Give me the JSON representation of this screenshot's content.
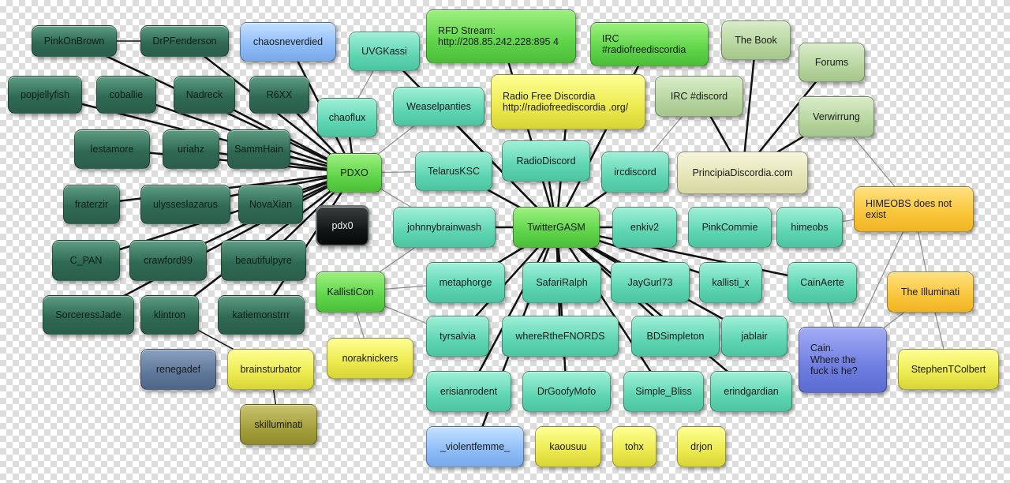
{
  "nodes": {
    "PinkOnBrown": "PinkOnBrown",
    "DrPFenderson": "DrPFenderson",
    "chaosneverdied": "chaosneverdied",
    "UVGKassi": "UVGKassi",
    "RFDStream": "RFD Stream:\nhttp://208.85.242.228:895 4",
    "IRCradiofree": "IRC\n#radiofreediscordia",
    "TheBook": "The Book",
    "Forums": "Forums",
    "popjellyfish": "popjellyfish",
    "coballie": "coballie",
    "Nadreck": "Nadreck",
    "R6XX": "R6XX",
    "chaoflux": "chaoflux",
    "Weaselpanties": "Weaselpanties",
    "RadioFreeDiscordia": "Radio Free Discordia\nhttp://radiofreediscordia .org/",
    "IRCdiscord": "IRC #discord",
    "Verwirrung": "Verwirrung",
    "lestamore": "lestamore",
    "uriahz": "uriahz",
    "SammHain": "SammHain",
    "PDXO": "PDXO",
    "TelarusKSC": "TelarusKSC",
    "RadioDiscord": "RadioDiscord",
    "ircdiscord": "ircdiscord",
    "PrincipiaDiscordia": "PrincipiaDiscordia.com",
    "HIMEOBS": "HIMEOBS does not\nexist",
    "fraterzir": "fraterzir",
    "ulysseslazarus": "ulysseslazarus",
    "NovaXian": "NovaXian",
    "pdx0": "pdx0",
    "johnnybrainwash": "johnnybrainwash",
    "TwitterGASM": "TwitterGASM",
    "enkiv2": "enkiv2",
    "PinkCommie": "PinkCommie",
    "himeobs": "himeobs",
    "C_PAN": "C_PAN",
    "crawford99": "crawford99",
    "beautifulpyre": "beautifulpyre",
    "KallistiCon": "KallistiCon",
    "metaphorge": "metaphorge",
    "SafariRalph": "SafariRalph",
    "JayGurl73": "JayGurl73",
    "kallisti_x": "kallisti_x",
    "CainAerte": "CainAerte",
    "TheIlluminati": "The Illuminati",
    "SorceressJade": "SorceressJade",
    "klintron": "klintron",
    "katiemonstrrr": "katiemonstrrr",
    "tyrsalvia": "tyrsalvia",
    "whereRtheFNORDS": "whereRtheFNORDS",
    "BDSimpleton": "BDSimpleton",
    "jablair": "jablair",
    "Cain": "Cain.\nWhere the\nfuck is he?",
    "renegadef": "renegadef",
    "brainsturbator": "brainsturbator",
    "noraknickers": "noraknickers",
    "StephenTColbert": "StephenTColbert",
    "erisianrodent": "erisianrodent",
    "DrGoofyMofo": "DrGoofyMofo",
    "Simple_Bliss": "Simple_Bliss",
    "erindgardian": "erindgardian",
    "skilluminati": "skilluminati",
    "violentfemme": "_violentfemme_",
    "kaousuu": "kaousuu",
    "tohx": "tohx",
    "drjon": "drjon"
  },
  "colors": {
    "dark": "#2f6a55",
    "teal": "#5fd6b2",
    "green": "#5fd54a",
    "yellow": "#ecea4e",
    "orange": "#f9c53a",
    "blue": "#8ebcf7",
    "violet": "#6e7ee0",
    "edge": "#111111"
  }
}
